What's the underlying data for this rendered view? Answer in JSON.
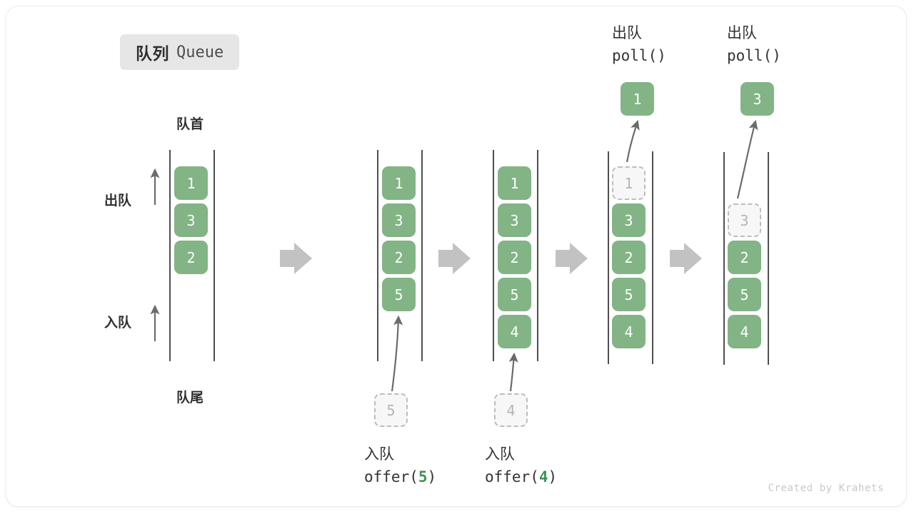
{
  "title": {
    "cn": "队列",
    "en": "Queue"
  },
  "labels": {
    "front": "队首",
    "rear": "队尾",
    "dequeue": "出队",
    "enqueue": "入队"
  },
  "colors": {
    "element_green": "#82b485",
    "ghost_fill": "#f7f7f7",
    "ghost_border": "#bdbdbd",
    "rail": "#4f4f4f",
    "arrow_gray": "#6b6b6b",
    "transition_arrow": "#c2c2c2",
    "badge_bg": "#e6e6e6",
    "accent_green_text": "#3f9254"
  },
  "stages": [
    {
      "id": "initial",
      "items": [
        "1",
        "3",
        "2"
      ],
      "ghost": null,
      "caption_cn": "",
      "caption_code": "",
      "top_label_cn": "",
      "top_label_code": "",
      "popped": null
    },
    {
      "id": "offer-5",
      "items": [
        "1",
        "3",
        "2",
        "5"
      ],
      "ghost": {
        "value": "5",
        "position": "below"
      },
      "caption_cn": "入队",
      "caption_code": "offer(5)",
      "caption_code_prefix": "offer(",
      "caption_code_arg": "5",
      "caption_code_suffix": ")",
      "top_label_cn": "",
      "top_label_code": "",
      "popped": null
    },
    {
      "id": "offer-4",
      "items": [
        "1",
        "3",
        "2",
        "5",
        "4"
      ],
      "ghost": {
        "value": "4",
        "position": "below"
      },
      "caption_cn": "入队",
      "caption_code": "offer(4)",
      "caption_code_prefix": "offer(",
      "caption_code_arg": "4",
      "caption_code_suffix": ")",
      "top_label_cn": "",
      "top_label_code": "",
      "popped": null
    },
    {
      "id": "poll-1",
      "items": [
        "1",
        "3",
        "2",
        "5",
        "4"
      ],
      "ghost": {
        "value": "1",
        "position": "slot-0"
      },
      "caption_cn": "",
      "caption_code": "",
      "top_label_cn": "出队",
      "top_label_code": "poll()",
      "popped": "1"
    },
    {
      "id": "poll-3",
      "items": [
        "3",
        "2",
        "5",
        "4"
      ],
      "ghost": {
        "value": "3",
        "position": "slot-1"
      },
      "caption_cn": "",
      "caption_code": "",
      "top_label_cn": "出队",
      "top_label_code": "poll()",
      "popped": "3"
    }
  ],
  "watermark": "Created by Krahets"
}
